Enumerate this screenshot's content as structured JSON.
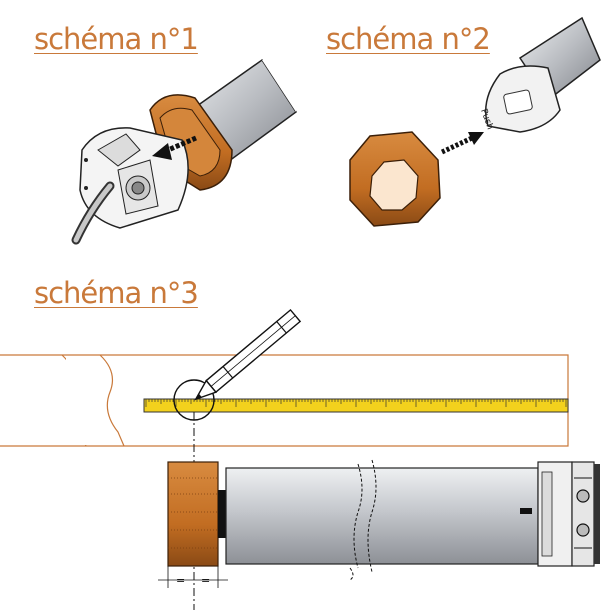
{
  "colors": {
    "accent": "#c9793a",
    "ring": "#c97a2f",
    "ring_dark": "#8a4a15",
    "tape": "#f3d11d",
    "tube": "#c4c7cc",
    "outline": "#222222",
    "dashed": "#c9793a"
  },
  "diagram1": {
    "title": "schéma n°1"
  },
  "diagram2": {
    "title": "schéma n°2",
    "head_label": "Push"
  },
  "diagram3": {
    "title": "schéma n°3",
    "dim_marks": [
      "=",
      "="
    ]
  },
  "icons": [
    "arrow-left-icon",
    "arrow-right-icon",
    "pencil-icon"
  ]
}
